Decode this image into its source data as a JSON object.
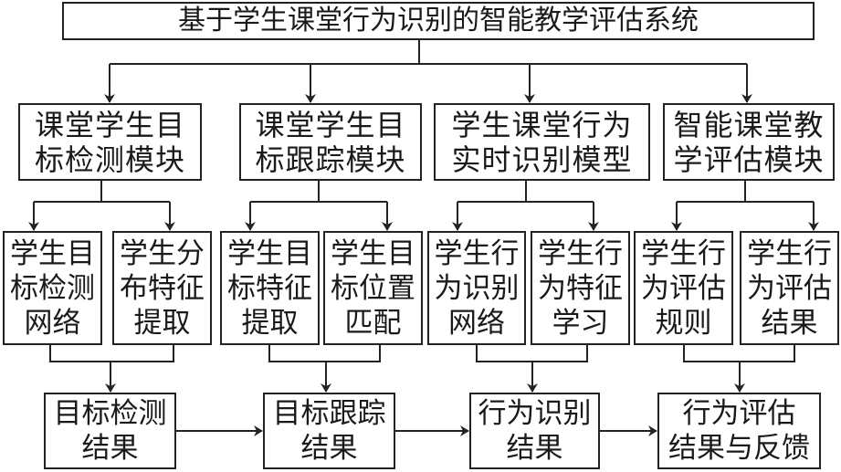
{
  "title": "基于学生课堂行为识别的智能教学评估系统",
  "modules": [
    {
      "label": "课堂学生目\n标检测模块",
      "subs": [
        "学生目\n标检测\n网络",
        "学生分\n布特征\n提取"
      ],
      "result": "目标检测\n结果"
    },
    {
      "label": "课堂学生目\n标跟踪模块",
      "subs": [
        "学生目\n标特征\n提取",
        "学生目\n标位置\n匹配"
      ],
      "result": "目标跟踪\n结果"
    },
    {
      "label": "学生课堂行为\n实时识别模型",
      "subs": [
        "学生行\n为识别\n网络",
        "学生行\n为特征\n学习"
      ],
      "result": "行为识别\n结果"
    },
    {
      "label": "智能课堂教\n学评估模块",
      "subs": [
        "学生行\n为评估\n规则",
        "学生行\n为评估\n结果"
      ],
      "result": "行为评估\n结果与反馈"
    }
  ],
  "colors": {
    "stroke": "#222222",
    "text": "#1a1a1a",
    "background": "#ffffff"
  }
}
